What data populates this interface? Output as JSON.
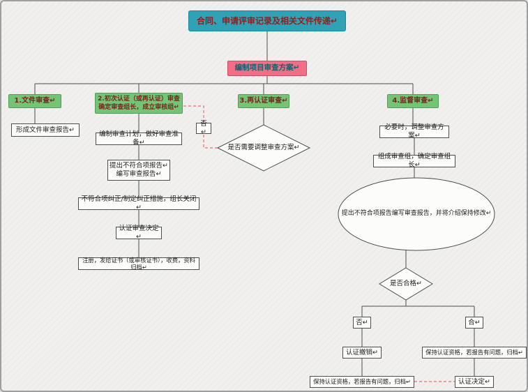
{
  "diagram": {
    "title": "合同、申请评审记录及相关文件传递↵",
    "plan": "编制项目审查方案↵",
    "branch1": {
      "header": "1.文件审查↵",
      "report": "形成文件审查报告↵"
    },
    "branch2": {
      "header": "2.初次认证（或再认证）审查确定审查组长，成立审核组↵",
      "step1": "编制审查计划，做好审查准备↵",
      "step2": "提出不符合项报告↵\n编写审查报告↵",
      "step3": "不符合项纠正/制定纠正措施，组长关闭↵",
      "step4": "认证审查决定↵",
      "step5": "注册，发给证书（或审核证书），收费，资料归档↵"
    },
    "branch3": {
      "header": "3.再认证审查↵",
      "decision": "是否需要调整审查方案↵",
      "no_label": "否↵"
    },
    "branch4": {
      "header": "4.监督审查↵",
      "step1": "必要时，调整审查方案↵",
      "step2": "组成审查组，确定审查组长↵",
      "ellipse": "提出不符合项报告编写审查报告，并将介绍保持修改↵",
      "decision": "是否合格↵",
      "no_label": "否↵",
      "yes_label": "合↵",
      "revoke": "认证撤销↵",
      "keep_right": "保持认证资格，若报告有问题，归档↵",
      "keep_bottom": "保持认证资格，若报告有问题，归档↵",
      "final": "认证决定↵"
    },
    "colors": {
      "teal_fill": "#2FA3B5",
      "pink_fill": "#EF6F86",
      "green_fill": "#74C476",
      "connector": "#4d4d4d",
      "dashed_connector": "#ef6b6b",
      "background": "#f1f0ee"
    }
  }
}
